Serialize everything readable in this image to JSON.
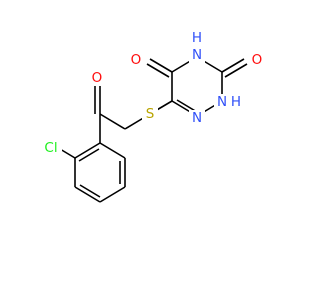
{
  "molecule": {
    "colors": {
      "carbon_bond": "#000000",
      "oxygen": "#ff0d0d",
      "nitrogen": "#3050f8",
      "sulfur": "#b8a400",
      "chlorine": "#1ff01f"
    },
    "atoms": {
      "o_top": "O",
      "o_right": "O",
      "nh_top": "H",
      "nh_top_n": "N",
      "nh_right": "H",
      "nh_right_n": "N",
      "n_ring": "N",
      "n_bottom": "N",
      "sulfur": "S",
      "o_ketone": "O",
      "chlorine": "Cl"
    }
  }
}
